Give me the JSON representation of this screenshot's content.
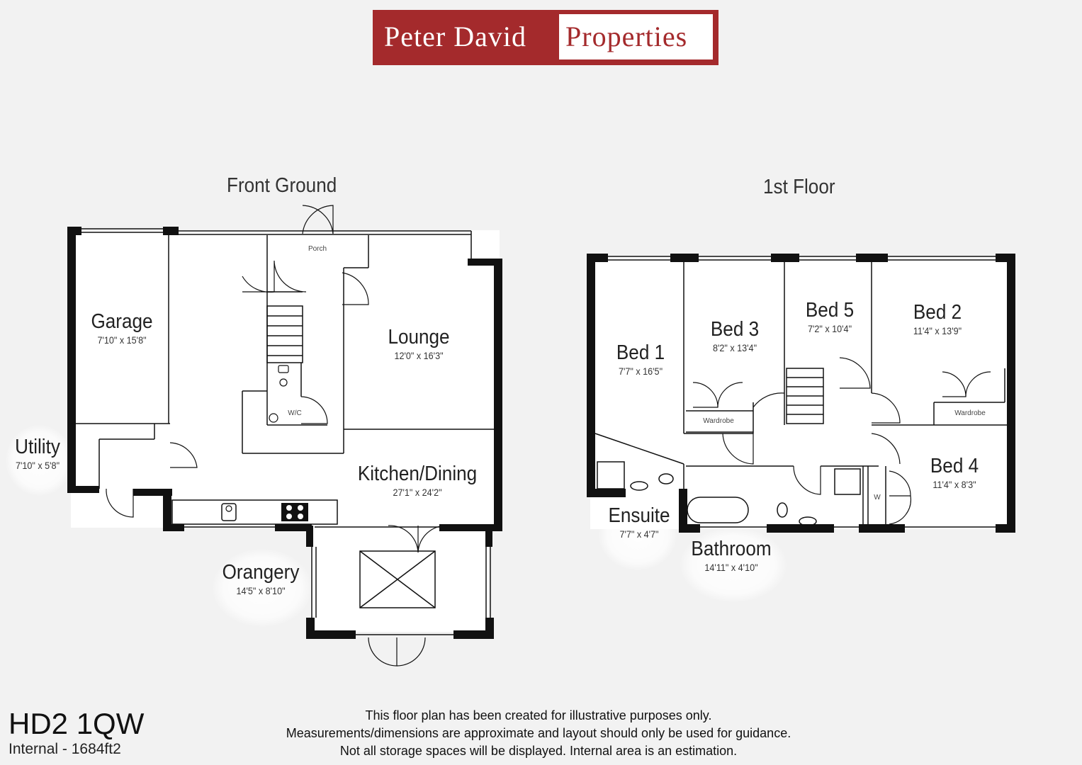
{
  "logo": {
    "left": "Peter David",
    "right": "Properties"
  },
  "floors": {
    "ground_title": "Front Ground",
    "first_title": "1st Floor"
  },
  "rooms": {
    "garage": {
      "name": "Garage",
      "dims": "7'10\" x 15'8\""
    },
    "lounge": {
      "name": "Lounge",
      "dims": "12'0\" x 16'3\""
    },
    "kitchen": {
      "name": "Kitchen/Dining",
      "dims": "27'1\" x 24'2\""
    },
    "utility": {
      "name": "Utility",
      "dims": "7'10\" x 5'8\""
    },
    "orangery": {
      "name": "Orangery",
      "dims": "14'5\" x 8'10\""
    },
    "porch": {
      "name": "Porch"
    },
    "wc": {
      "name": "W/C"
    },
    "bed1": {
      "name": "Bed 1",
      "dims": "7'7\" x 16'5\""
    },
    "bed2": {
      "name": "Bed 2",
      "dims": "11'4\" x 13'9\""
    },
    "bed3": {
      "name": "Bed 3",
      "dims": "8'2\" x 13'4\""
    },
    "bed4": {
      "name": "Bed 4",
      "dims": "11'4\" x 8'3\""
    },
    "bed5": {
      "name": "Bed 5",
      "dims": "7'2\" x 10'4\""
    },
    "ensuite": {
      "name": "Ensuite",
      "dims": "7'7\" x 4'7\""
    },
    "bathroom": {
      "name": "Bathroom",
      "dims": "14'11\" x 4'10\""
    },
    "wardrobe3": {
      "name": "Wardrobe"
    },
    "wardrobe2": {
      "name": "Wardrobe"
    },
    "w4": {
      "name": "W"
    }
  },
  "footer": {
    "postcode": "HD2 1QW",
    "internal": "Internal - 1684ft2",
    "disclaimer": [
      "This floor plan has been created for illustrative purposes only.",
      "Measurements/dimensions are approximate and layout should only be used for guidance.",
      "Not all storage spaces will be displayed. Internal area is an estimation."
    ]
  },
  "colors": {
    "brand": "#a42a2c",
    "wall": "#111111",
    "background": "#f2f2f2"
  }
}
